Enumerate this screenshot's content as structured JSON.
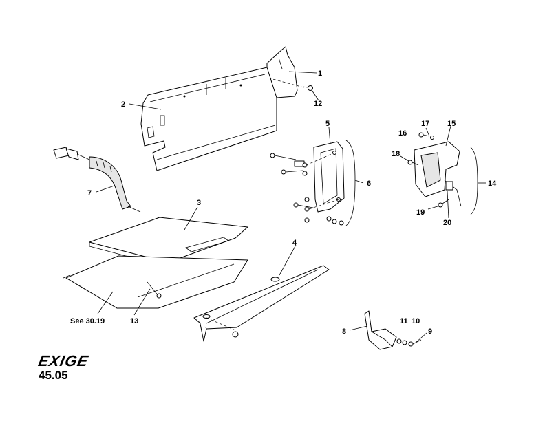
{
  "brand": {
    "logo_text": "EXIGE"
  },
  "page": {
    "number": "45.05"
  },
  "callouts": [
    {
      "id": "1",
      "label": "1"
    },
    {
      "id": "2",
      "label": "2"
    },
    {
      "id": "3",
      "label": "3"
    },
    {
      "id": "4",
      "label": "4"
    },
    {
      "id": "5",
      "label": "5"
    },
    {
      "id": "6",
      "label": "6"
    },
    {
      "id": "7",
      "label": "7"
    },
    {
      "id": "8",
      "label": "8"
    },
    {
      "id": "9",
      "label": "9"
    },
    {
      "id": "10",
      "label": "10"
    },
    {
      "id": "11",
      "label": "11"
    },
    {
      "id": "12",
      "label": "12"
    },
    {
      "id": "13",
      "label": "13"
    },
    {
      "id": "14",
      "label": "14"
    },
    {
      "id": "15",
      "label": "15"
    },
    {
      "id": "16",
      "label": "16"
    },
    {
      "id": "17",
      "label": "17"
    },
    {
      "id": "18",
      "label": "18"
    },
    {
      "id": "19",
      "label": "19"
    },
    {
      "id": "20",
      "label": "20"
    }
  ],
  "references": {
    "see_note": "See 30.19"
  }
}
